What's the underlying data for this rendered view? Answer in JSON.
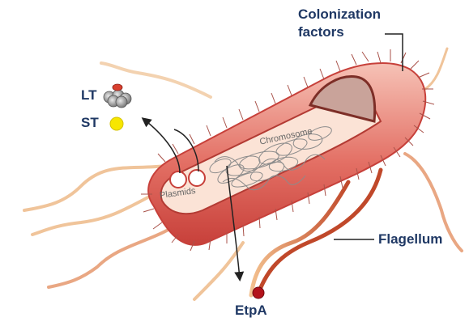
{
  "labels": {
    "colonization_line1": "Colonization",
    "colonization_line2": "factors",
    "lt": "LT",
    "st": "ST",
    "flagellum": "Flagellum",
    "etpa": "EtpA",
    "chromosome": "Chromosome",
    "plasmids": "Plasmids"
  },
  "colors": {
    "label_text": "#1f3864",
    "cell_outer": "#d9534f",
    "cell_inner": "#fbe3d6",
    "cross_section": "#c9a39a",
    "flagellum": "#c96a3a",
    "st_toxin": "#f7e600",
    "etpa_dot": "#b3121b"
  }
}
